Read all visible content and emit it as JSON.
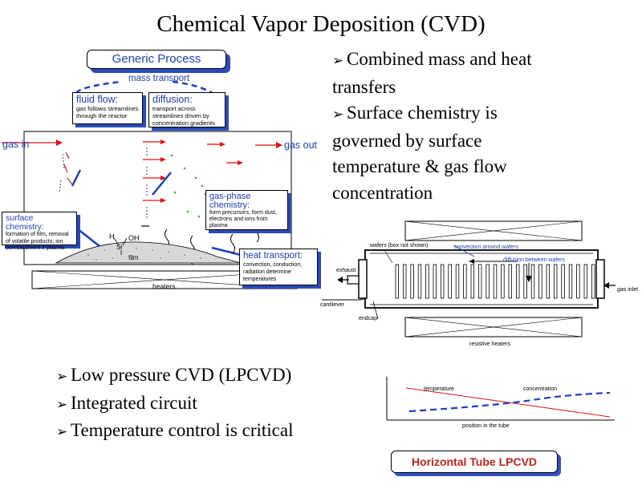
{
  "title": "Chemical Vapor Deposition (CVD)",
  "right_bullets": [
    [
      "Combined mass and heat",
      "transfers"
    ],
    [
      "Surface chemistry is",
      "governed by surface",
      "temperature & gas flow",
      "concentration"
    ]
  ],
  "bottom_bullets": [
    "Low pressure CVD (LPCVD)",
    "Integrated circuit",
    "Temperature control is critical"
  ],
  "generic": {
    "heading": "Generic Process",
    "mass_transport": "mass transport",
    "fluid_flow_title": "fluid flow:",
    "fluid_flow_body": [
      "gas follows streamlines",
      "through the reactor"
    ],
    "diffusion_title": "diffusion:",
    "diffusion_body": [
      "transport across",
      "streamlines driven by",
      "concentration gradients"
    ],
    "gas_in": "gas in",
    "gas_out": "gas out",
    "gas_phase_title": [
      "gas-phase",
      "chemistry:"
    ],
    "gas_phase_body": [
      "form precursors, form dust,",
      "electrons and ions from",
      "plasma"
    ],
    "surface_title": "surface chemistry:",
    "surface_body": [
      "formation of film, removal",
      "of volatile products; ion",
      "bombardment if plasma"
    ],
    "heat_title": "heat transport:",
    "heat_body": [
      "convection, conduction,",
      "radiation determine",
      "temperatures"
    ],
    "h": "H",
    "si": "Si",
    "oh": "OH",
    "film": "film",
    "heaters": "heaters"
  },
  "tube": {
    "wafers": "wafers (box not shown)",
    "convection": "convection around wafers",
    "diffusion": "diffusion between wafers",
    "exhaust": "exhaust",
    "gas_inlet": "gas inlet",
    "cantilever": "cantilever",
    "endcap": "endcap",
    "heaters": "resistive heaters"
  },
  "profile_chart": {
    "temperature": "temperature",
    "concentration": "concentration",
    "xlabel": "position in the tube"
  },
  "label_box": "Horizontal Tube LPCVD",
  "colors": {
    "accent_blue": "#1d3ec0",
    "arrow_red": "#e01010",
    "green": "#22b022"
  }
}
